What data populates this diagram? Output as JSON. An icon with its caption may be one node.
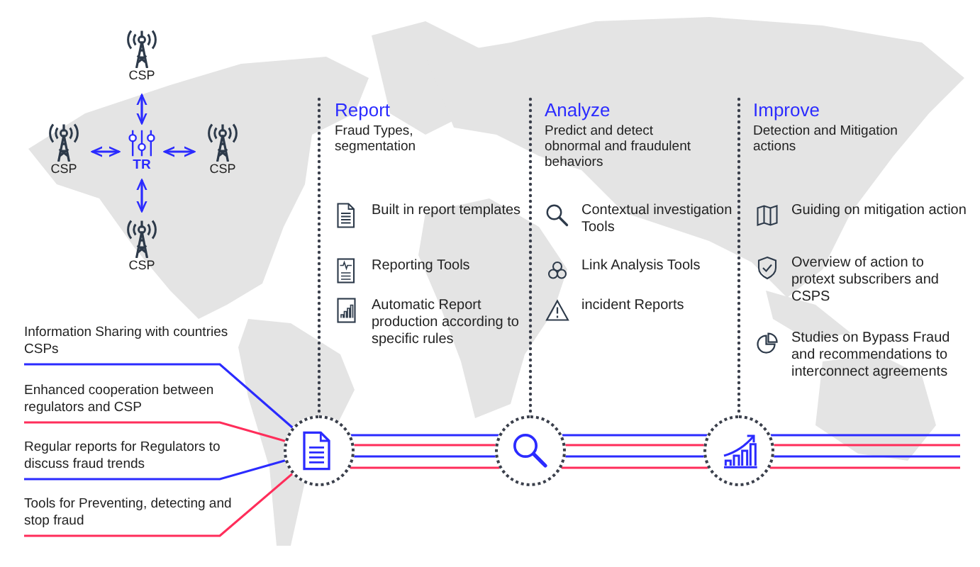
{
  "diagram": {
    "nodes": [
      {
        "text": [
          "CSP"
        ]
      },
      {
        "text": [
          "CSP"
        ]
      },
      {
        "text": [
          "TR"
        ]
      },
      {
        "text": [
          "CSP"
        ]
      },
      {
        "text": [
          "CSP"
        ]
      },
      {
        "text": [
          "Report",
          "Fraud Types, segmentation"
        ]
      },
      {
        "text": [
          "Analyze",
          "Predict and detect obnormal and fraudulent behaviors"
        ]
      },
      {
        "text": [
          "Improve",
          "Detection and Mitigation actions"
        ]
      },
      {
        "text": [
          "Information Sharing with countries CSPs"
        ]
      },
      {
        "text": [
          "Enhanced cooperation between regulators and CSP"
        ]
      },
      {
        "text": [
          "Regular reports for Regulators to discuss fraud trends"
        ]
      },
      {
        "text": [
          "Tools for Preventing, detecting and stop fraud"
        ]
      },
      {
        "text": [],
        "shape": "circle"
      },
      {
        "text": [],
        "shape": "circle"
      },
      {
        "text": [],
        "shape": "circle"
      }
    ],
    "edges": [
      {
        "from": 2,
        "to": 0,
        "arrow": "both"
      },
      {
        "from": 1,
        "to": 2,
        "arrow": "both"
      },
      {
        "from": 2,
        "to": 3,
        "arrow": "both"
      },
      {
        "from": 2,
        "to": 4,
        "arrow": "both"
      },
      {
        "from": 5,
        "to": 12,
        "arrow": "none",
        "style": "dashed",
        "color": "#3a3f4b"
      },
      {
        "from": 6,
        "to": 13,
        "arrow": "none",
        "style": "dashed",
        "color": "#3a3f4b"
      },
      {
        "from": 7,
        "to": 14,
        "arrow": "none",
        "style": "dashed",
        "color": "#3a3f4b"
      },
      {
        "from": 8,
        "to": 12,
        "arrow": "none"
      },
      {
        "from": 9,
        "to": 12,
        "arrow": "none",
        "color": "#ff2d5a"
      },
      {
        "from": 10,
        "to": 12,
        "arrow": "none"
      },
      {
        "from": 11,
        "to": 12,
        "arrow": "none",
        "color": "#ff2d5a"
      },
      {
        "from": 12,
        "to": 13,
        "arrow": "none"
      },
      {
        "from": 12,
        "to": 13,
        "arrow": "none",
        "color": "#ff2d5a"
      },
      {
        "from": 12,
        "to": 13,
        "arrow": "none"
      },
      {
        "from": 12,
        "to": 13,
        "arrow": "none",
        "color": "#ff2d5a"
      },
      {
        "from": 13,
        "to": 14,
        "arrow": "none"
      },
      {
        "from": 13,
        "to": 14,
        "arrow": "none",
        "color": "#ff2d5a"
      },
      {
        "from": 13,
        "to": 14,
        "arrow": "none"
      },
      {
        "from": 13,
        "to": 14,
        "arrow": "none",
        "color": "#ff2d5a"
      },
      {
        "from": 14,
        "to": null,
        "arrow": "none"
      },
      {
        "from": 14,
        "to": null,
        "arrow": "none",
        "color": "#ff2d5a"
      },
      {
        "from": 14,
        "to": null,
        "arrow": "none"
      },
      {
        "from": 14,
        "to": null,
        "arrow": "none",
        "color": "#ff2d5a"
      }
    ],
    "labels": [
      "Built in report templates",
      "Reporting Tools",
      "Automatic Report production according to specific rules",
      "Contextual investigation Tools",
      "Link Analysis Tools",
      "incident Reports",
      "Guiding on mitigation action",
      "Overview of action to protext subscribers and CSPS",
      "Studies on Bypass Fraud and recommendations to interconnect agreements"
    ]
  }
}
